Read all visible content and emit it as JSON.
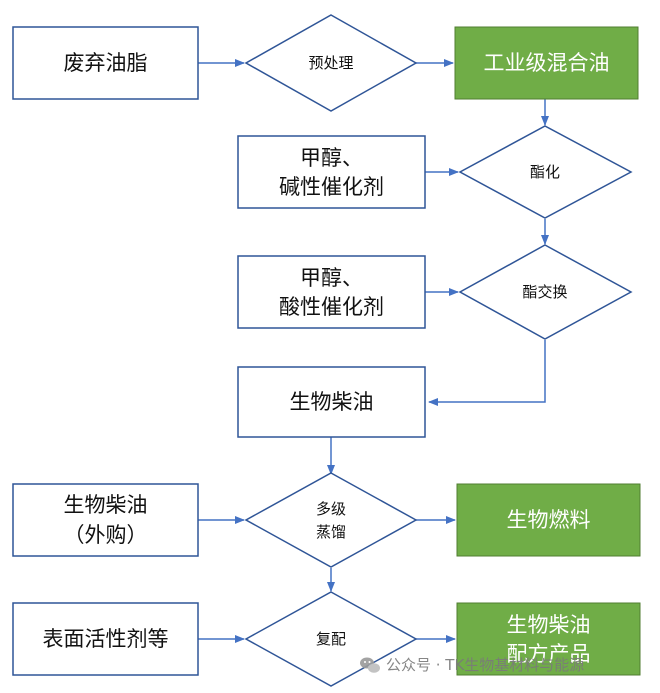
{
  "nodes": {
    "waste_oil": "废弃油脂",
    "pretreatment": "预处理",
    "industrial_mixed_oil": "工业级混合油",
    "methanol_base_line1": "甲醇、",
    "methanol_base_line2": "碱性催化剂",
    "esterification": "酯化",
    "methanol_acid_line1": "甲醇、",
    "methanol_acid_line2": "酸性催化剂",
    "transesterification": "酯交换",
    "biodiesel": "生物柴油",
    "purchased_line1": "生物柴油",
    "purchased_line2": "（外购）",
    "distill_line1": "多级",
    "distill_line2": "蒸馏",
    "biofuel": "生物燃料",
    "surfactant": "表面活性剂等",
    "compound": "复配",
    "formulation_line1": "生物柴油",
    "formulation_line2": "配方产品"
  },
  "watermark": "公众号 · TK生物基材料与能源",
  "colors": {
    "border": "#2F5597",
    "arrow": "#4472C4",
    "green_fill": "#70AD47"
  }
}
